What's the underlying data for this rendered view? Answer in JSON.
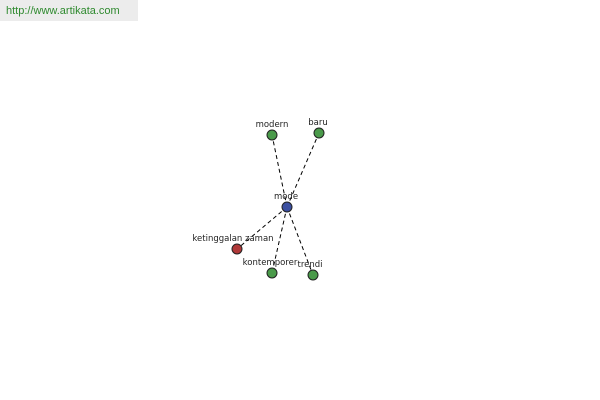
{
  "banner": {
    "url": "http://www.artikata.com"
  },
  "graph": {
    "center": "mode",
    "colors": {
      "center": "#3b4fa0",
      "synonym": "#4a9a4a",
      "antonym": "#b03838"
    },
    "nodes": [
      {
        "id": "mode",
        "label": "mode",
        "kind": "center"
      },
      {
        "id": "modern",
        "label": "modern",
        "kind": "synonym"
      },
      {
        "id": "baru",
        "label": "baru",
        "kind": "synonym"
      },
      {
        "id": "ketinggalan-zaman",
        "label": "ketinggalan zaman",
        "kind": "antonym"
      },
      {
        "id": "kontemporer",
        "label": "kontemporer",
        "kind": "synonym"
      },
      {
        "id": "trendi",
        "label": "trendi",
        "kind": "synonym"
      }
    ],
    "edges": [
      {
        "from": "mode",
        "to": "modern"
      },
      {
        "from": "mode",
        "to": "baru"
      },
      {
        "from": "mode",
        "to": "ketinggalan-zaman"
      },
      {
        "from": "mode",
        "to": "kontemporer"
      },
      {
        "from": "mode",
        "to": "trendi"
      }
    ]
  }
}
